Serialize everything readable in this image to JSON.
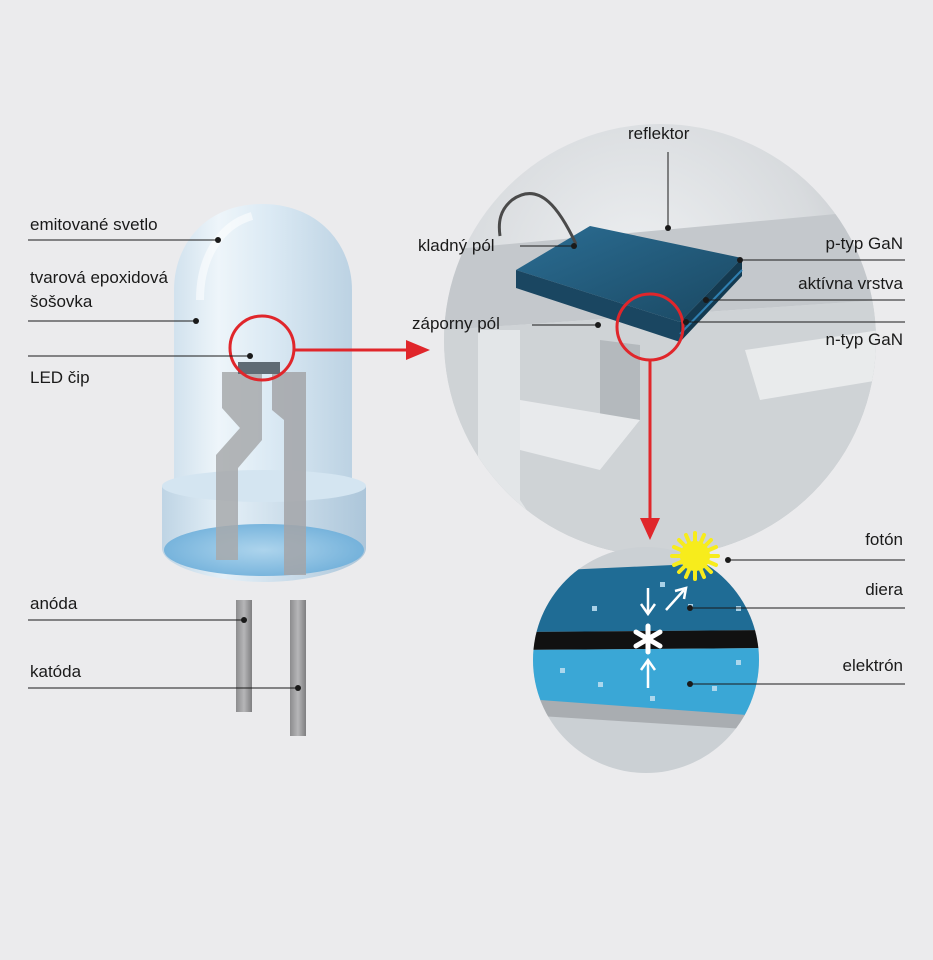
{
  "labels": {
    "emitted_light": "emitované svetlo",
    "lens_line1": "tvarová epoxidová",
    "lens_line2": "šošovka",
    "led_chip": "LED čip",
    "anode": "anóda",
    "cathode": "katóda",
    "reflector": "reflektor",
    "positive_pole": "kladný pól",
    "negative_pole": "záporny pól",
    "p_type": "p-typ GaN",
    "active_layer": "aktívna vrstva",
    "n_type": "n-typ GaN",
    "photon": "fotón",
    "hole": "diera",
    "electron": "elektrón"
  },
  "colors": {
    "background": "#ebebed",
    "callout_red": "#e0262b",
    "chip_dark_blue": "#1e4f6e",
    "layer_blue": "#1f6c95",
    "layer_cyan": "#3aa7d6",
    "photon_yellow": "#f7ec1c"
  }
}
